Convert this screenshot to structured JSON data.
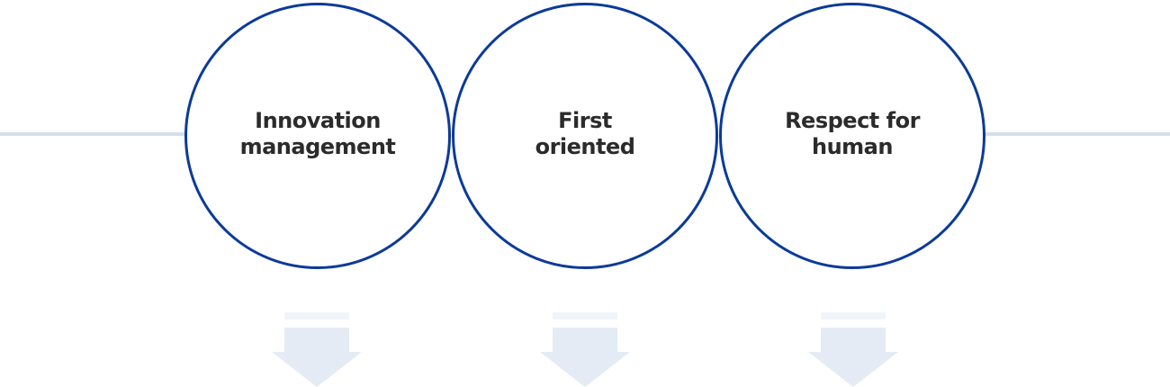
{
  "diagram": {
    "nodes": [
      {
        "id": "innovation",
        "label": "Innovation\nmanagement"
      },
      {
        "id": "first",
        "label": "First\noriented"
      },
      {
        "id": "respect",
        "label": "Respect for\nhuman"
      }
    ],
    "colors": {
      "circle_border": "#0b3a99",
      "connector_line": "#d3e0ec",
      "arrow_fill": "#e4ebf5",
      "text": "#2b2b2b"
    },
    "icons": [
      "down-arrow-icon",
      "down-arrow-icon",
      "down-arrow-icon"
    ]
  }
}
